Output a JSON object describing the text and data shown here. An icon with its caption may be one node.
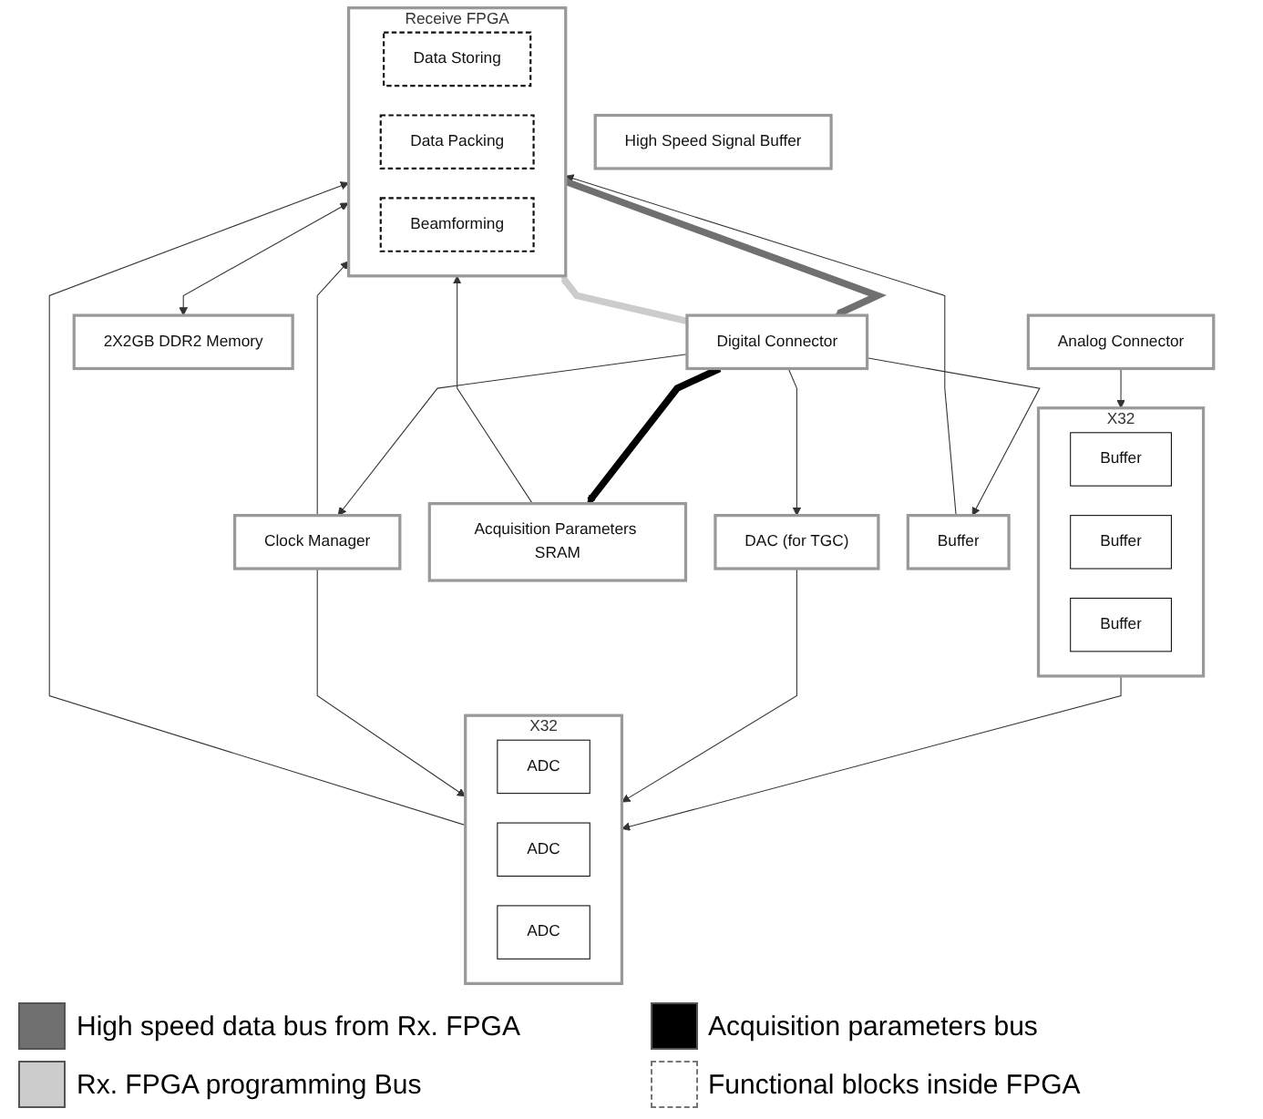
{
  "diagram": {
    "nodes": [
      {
        "text": [
          "Analog Connector"
        ]
      },
      {
        "text": [
          "X32"
        ]
      },
      {
        "text": [
          "Buffer"
        ],
        "in": 1
      },
      {
        "text": [
          "Buffer"
        ],
        "in": 1
      },
      {
        "text": [
          "Buffer"
        ],
        "in": 1
      },
      {
        "text": [
          "DAC (for TGC)"
        ]
      },
      {
        "text": [
          "X32"
        ]
      },
      {
        "text": [
          "ADC"
        ],
        "in": 6
      },
      {
        "text": [
          "ADC"
        ],
        "in": 6
      },
      {
        "text": [
          "ADC"
        ],
        "in": 6
      },
      {
        "text": [
          "Receive FPGA"
        ]
      },
      {
        "text": [
          "Data Storing"
        ],
        "in": 10
      },
      {
        "text": [
          "Data Packing"
        ],
        "in": 10
      },
      {
        "text": [
          "Beamforming"
        ],
        "in": 10
      },
      {
        "text": [
          "2X2GB DDR2 Memory"
        ]
      },
      {
        "text": [
          "Acquisition Parameters SRAM"
        ]
      },
      {
        "text": [
          "Clock Manager"
        ]
      },
      {
        "text": [
          "High Speed Signal Buffer"
        ]
      },
      {
        "text": [
          "Buffer"
        ]
      },
      {
        "text": [
          "Digital Connector"
        ]
      }
    ],
    "edges": [
      {
        "from": 0,
        "to": 1,
        "arrow": "to"
      },
      {
        "from": 1,
        "to": 6,
        "arrow": "to"
      },
      {
        "from": 5,
        "to": 6,
        "arrow": "to"
      },
      {
        "from": 6,
        "to": 10,
        "arrow": "to"
      },
      {
        "from": 15,
        "to": 10,
        "arrow": "to"
      },
      {
        "from": 10,
        "to": 14,
        "arrow": "both"
      },
      {
        "from": 16,
        "to": 10,
        "arrow": "to"
      },
      {
        "from": 16,
        "to": 6,
        "arrow": "to"
      },
      {
        "from": 18,
        "to": 10,
        "arrow": "to"
      },
      {
        "from": 19,
        "to": 5,
        "arrow": "to"
      },
      {
        "from": 19,
        "to": 18,
        "arrow": "to"
      },
      {
        "from": 19,
        "to": 16,
        "arrow": "to"
      },
      {
        "from": 19,
        "to": 15,
        "arrow": "to",
        "style": "thick",
        "color": "#000000"
      },
      {
        "from": 10,
        "to": 19,
        "arrow": "to",
        "style": "thick",
        "color": "#707070"
      },
      {
        "from": 19,
        "to": 10,
        "arrow": "to",
        "style": "thick",
        "color": "#cccccc"
      }
    ],
    "legend": [
      {
        "text": "High speed data bus from Rx. FPGA",
        "color": "#707070"
      },
      {
        "text": "Acquisition parameters bus",
        "color": "#000000"
      },
      {
        "text": "Rx. FPGA programming Bus",
        "color": "#cccccc"
      },
      {
        "text": "Functional blocks inside FPGA"
      }
    ]
  }
}
